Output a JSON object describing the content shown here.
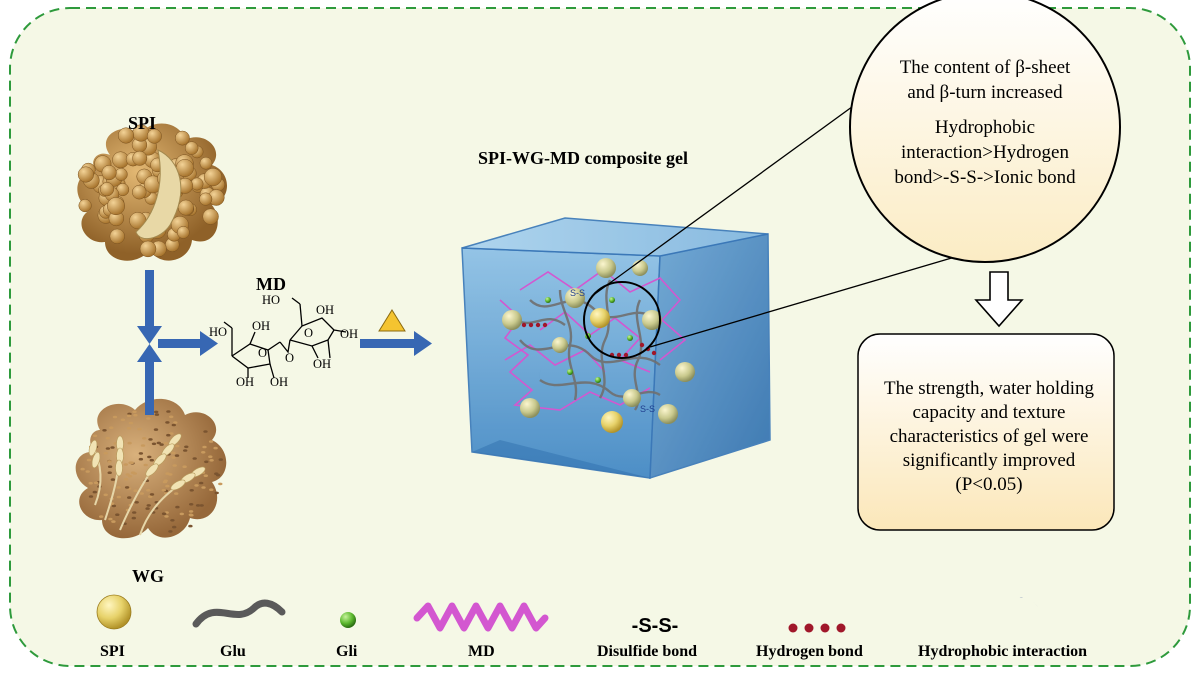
{
  "labels": {
    "spi": "SPI",
    "wg": "WG",
    "md": "MD",
    "composite_gel": "SPI-WG-MD composite gel"
  },
  "molecule": {
    "groups": [
      "HO",
      "OH",
      "O",
      "OH",
      "OH",
      "HO",
      "O",
      "OH",
      "OH",
      "O",
      "OH"
    ]
  },
  "heat_symbol": "triangle",
  "circle_callout": {
    "line1": "The content of β-sheet",
    "line2": "and β-turn increased",
    "line3": "Hydrophobic",
    "line4": "interaction>Hydrogen",
    "line5": "bond>-S-S->Ionic bond"
  },
  "result_box": {
    "line1": "The strength, water holding",
    "line2": "capacity and texture",
    "line3": "characteristics of gel were",
    "line4": "significantly improved",
    "line5": "(P<0.05)"
  },
  "legend": {
    "spi": "SPI",
    "glu": "Glu",
    "gli": "Gli",
    "md": "MD",
    "disulfide_symbol": "-S-S-",
    "disulfide": "Disulfide bond",
    "hydrogen": "Hydrogen bond",
    "hydrophobic": "Hydrophobic interaction"
  },
  "gel_bond_label": "S-S",
  "colors": {
    "background": "#f5f8e6",
    "dashed_border": "#2e9a3c",
    "arrow": "#3767b3",
    "cube": "#6fa9d6",
    "md_chain": "#d357d0",
    "glu_chain": "#707070",
    "spi_sphere": "#e7d26a",
    "gli_sphere": "#5cb82e",
    "hydrogen_dot": "#a0172a",
    "hydrophobic_moon": "#1f3e8e",
    "heat_triangle": "#f4c430"
  }
}
